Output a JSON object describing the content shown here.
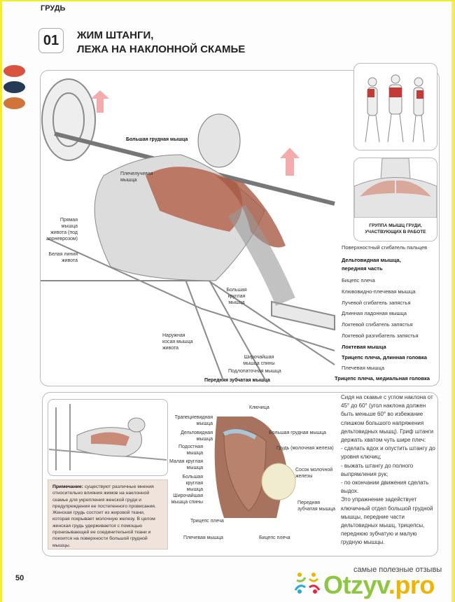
{
  "header": {
    "section": "ГРУДЬ",
    "number": "01",
    "title_line1": "ЖИМ ШТАНГИ,",
    "title_line2": "ЛЕЖА НА НАКЛОННОЙ СКАМЬЕ"
  },
  "colors": {
    "oval1": "#d9533f",
    "oval2": "#243a55",
    "oval3": "#d0753a",
    "muscle": "#b5664f",
    "note_bg": "#efe3dc",
    "logo_green": "#8dc63f",
    "logo_yellow": "#f0b400"
  },
  "main_labels": {
    "pectoralis_major": "Большая грудная мышца",
    "brachioradialis": [
      "Плечелучевая",
      "мышца"
    ],
    "rectus_abdominis": [
      "Прямая",
      "мышца",
      "живота (под",
      "апоневрозом)"
    ],
    "linea_alba": [
      "Белая линия",
      "живота"
    ],
    "teres_major": [
      "Большая",
      "круглая",
      "мышца"
    ],
    "external_oblique": [
      "Наружная",
      "косая мышца",
      "живота"
    ],
    "latissimus": [
      "Широчайшая",
      "мышца спины"
    ],
    "subscapularis": "Подлопаточная мышца",
    "serratus": "Передняя зубчатая мышца"
  },
  "right_labels": [
    {
      "text": "Поверхностный сгибатель пальцев",
      "bold": false
    },
    {
      "text": "Дельтовидная мышца,",
      "bold": true
    },
    {
      "text": "передняя часть",
      "bold": true
    },
    {
      "text": "Бицепс плеча",
      "bold": false
    },
    {
      "text": "Клювовидно-плечевая мышца",
      "bold": false
    },
    {
      "text": "Лучевой сгибатель запястья",
      "bold": false
    },
    {
      "text": "Длинная ладонная мышца",
      "bold": false
    },
    {
      "text": "Локтевой сгибатель запястья",
      "bold": false
    },
    {
      "text": "Локтевой разгибатель запястья",
      "bold": false
    },
    {
      "text": "Локтевая мышца",
      "bold": true
    },
    {
      "text": "Трицепс плеча, длинная головка",
      "bold": true
    },
    {
      "text": "Плечевая мышца",
      "bold": false
    },
    {
      "text": "Трицепс плеча, медиальная головка",
      "bold": true
    }
  ],
  "side_caption": [
    "ГРУППА МЫШЦ ГРУДИ,",
    "УЧАСТВУЮЩИХ В РАБОТЕ"
  ],
  "lower_labels": {
    "clavicle": "Ключица",
    "trapezius": [
      "Трапециевидная",
      "мышца"
    ],
    "deltoid": [
      "Дельтовидная",
      "мышца"
    ],
    "infraspinatus": [
      "Подостная",
      "мышца"
    ],
    "teres_minor": [
      "Малая круглая",
      "мышца"
    ],
    "teres_major": [
      "Большая",
      "круглая",
      "мышца"
    ],
    "latissimus": [
      "Широчайшая",
      "мышца спины"
    ],
    "triceps": "Трицепс плеча",
    "brachialis": "Плечевая мышца",
    "biceps": "Бицепс плеча",
    "pectoralis": "Большая грудная мышца",
    "breast": "Грудь (молочная железа)",
    "nipple": [
      "Сосок молочной",
      "железы"
    ],
    "serratus": [
      "Передняя",
      "зубчатая мышца"
    ]
  },
  "note": {
    "label": "Примечание:",
    "text": "существуют различные мнения относительно влияния жимов на наклонной скамье для укрепления женской груди и предупреждения ее постепенного провисания. Женская грудь состоит из жировой ткани, которая покрывает молочную железу. В целом женская грудь удерживается с помощью пронизывающей ее соединительной ткани и покоится на поверхности большой грудной мышцы."
  },
  "description": "Сидя на скамье с углом наклона от 45° до 60° (угол наклона должен быть меньше 60° во избежание слишком большого напряжения дельтовидных мышц). Гриф штанги держать хватом чуть шире плеч:\n- сделать вдох и опустить штангу до уровня ключиц;\n- выжать штангу до полного выпрямления рук;\n- по окончании движения сделать выдох.\nЭто упражнение задействует ключичный отдел большой грудной мышцы, передние части дельтовидных мышц, трицепсы, переднюю зубчатую и малую грудную мышцы.",
  "footer": {
    "page": "50",
    "logo_tagline": "самые полезные отзывы",
    "logo_main": "Otzyv",
    "logo_suffix": ".pro"
  }
}
